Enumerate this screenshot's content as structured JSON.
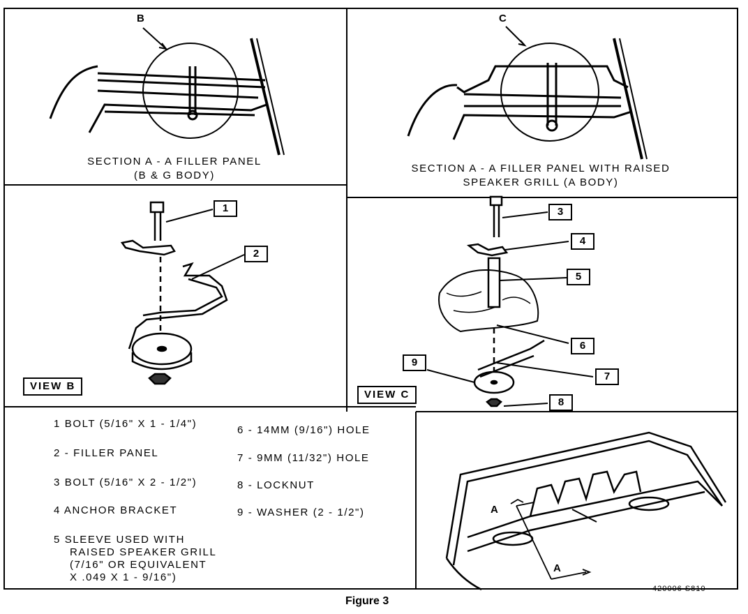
{
  "sections": {
    "b_caption_line1": "SECTION A - A FILLER PANEL",
    "b_caption_line2": "(B & G BODY)",
    "c_caption_line1": "SECTION A - A FILLER PANEL WITH RAISED",
    "c_caption_line2": "SPEAKER GRILL (A BODY)",
    "detail_b_letter": "B",
    "detail_c_letter": "C"
  },
  "views": {
    "view_b_label": "VIEW  B",
    "view_c_label": "VIEW  C"
  },
  "callouts": {
    "c1": "1",
    "c2": "2",
    "c3": "3",
    "c4": "4",
    "c5": "5",
    "c6": "6",
    "c7": "7",
    "c8": "8",
    "c9": "9"
  },
  "legend": {
    "item1": "1  BOLT (5/16\" X 1 - 1/4\")",
    "item2": "2 - FILLER PANEL",
    "item3": "3  BOLT (5/16\" X 2 - 1/2\")",
    "item4": "4  ANCHOR BRACKET",
    "item5_line1": "5  SLEEVE USED WITH",
    "item5_line2": "RAISED SPEAKER GRILL",
    "item5_line3": "(7/16\" OR EQUIVALENT",
    "item5_line4": "X .049 X 1 - 9/16\")",
    "item6": "6 - 14MM (9/16\") HOLE",
    "item7": "7 - 9MM (11/32\") HOLE",
    "item8": "8 - LOCKNUT",
    "item9": "9 - WASHER (2 - 1/2\")"
  },
  "location": {
    "section_letter_top": "A",
    "section_letter_bottom": "A",
    "drawing_code": "420006 S810"
  },
  "figure_caption": "Figure 3"
}
